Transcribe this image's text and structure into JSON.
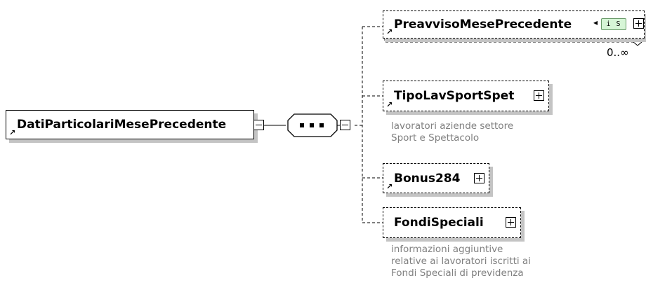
{
  "root": {
    "name": "DatiParticolariMesePrecedente",
    "arrow": "↗"
  },
  "children": [
    {
      "id": "preavviso",
      "name": "PreavvisoMesePrecedente",
      "arrow": "↗",
      "optional": true,
      "cardinality": "0..∞",
      "badge": "i S"
    },
    {
      "id": "tipolav",
      "name": "TipoLavSportSpet",
      "arrow": "↗",
      "optional": true,
      "annotation": [
        "lavoratori aziende settore",
        "Sport e Spettacolo"
      ]
    },
    {
      "id": "bonus",
      "name": "Bonus284",
      "arrow": "↗",
      "optional": true
    },
    {
      "id": "fondi",
      "name": "FondiSpeciali",
      "arrow": "",
      "optional": true,
      "annotation": [
        "informazioni aggiuntive",
        "relative ai lavoratori iscritti ai",
        "Fondi Speciali di previdenza"
      ]
    }
  ],
  "colors": {
    "line": "#000000",
    "shadow": "#c4c4c4",
    "annotation": "#808080",
    "badge_bg": "#d6f5d6"
  },
  "icons": {
    "expand": "plus-box-icon",
    "collapse": "minus-box-icon",
    "reference": "reference-arrow-icon",
    "sequence": "sequence-compositor-icon"
  }
}
